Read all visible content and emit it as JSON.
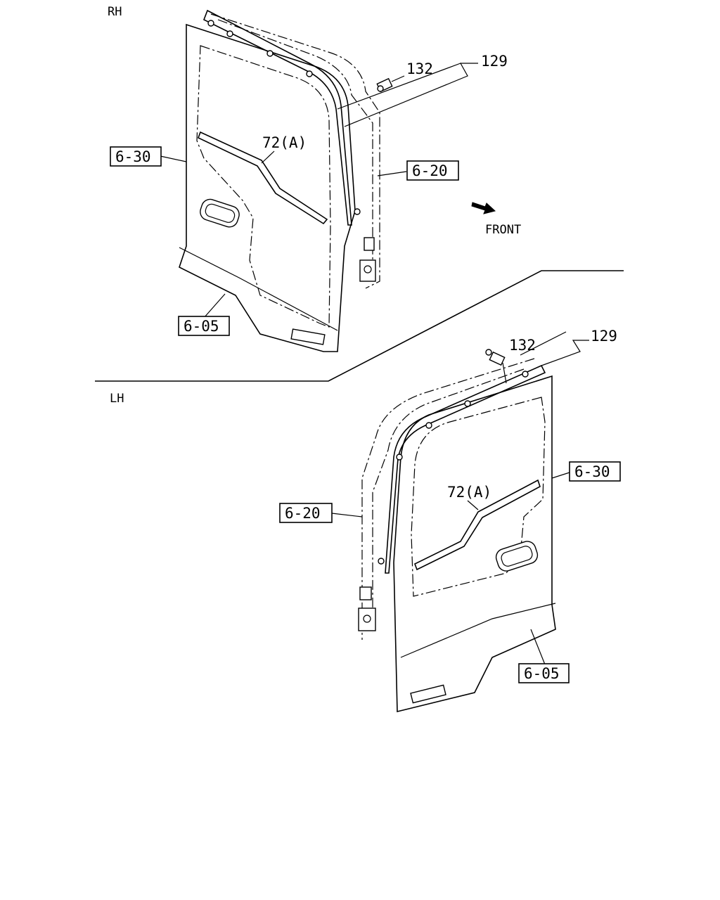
{
  "rh": {
    "side_label": "RH",
    "ref_6_30": "6-30",
    "ref_6_20": "6-20",
    "ref_6_05": "6-05",
    "part_132": "132",
    "part_129": "129",
    "part_72a": "72(A)",
    "front_label": "FRONT"
  },
  "lh": {
    "side_label": "LH",
    "ref_6_30": "6-30",
    "ref_6_20": "6-20",
    "ref_6_05": "6-05",
    "part_132": "132",
    "part_129": "129",
    "part_72a": "72(A)"
  }
}
